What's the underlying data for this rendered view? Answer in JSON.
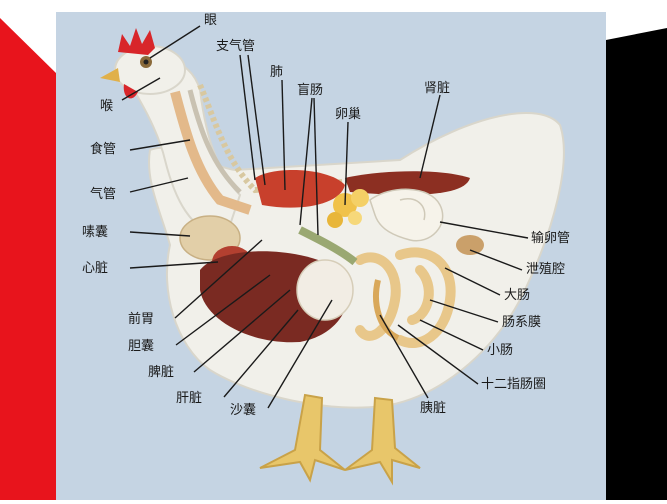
{
  "labels": {
    "eye": "眼",
    "bronchus": "支气管",
    "lung": "肺",
    "cecum": "盲肠",
    "ovary": "卵巢",
    "kidney": "肾脏",
    "throat": "喉",
    "esophagus": "食管",
    "trachea": "气管",
    "crop": "嗉囊",
    "heart": "心脏",
    "oviduct": "输卵管",
    "cloaca": "泄殖腔",
    "large_intestine": "大肠",
    "mesentery": "肠系膜",
    "small_intestine": "小肠",
    "duodenal_loop": "十二指肠圈",
    "proventriculus": "前胃",
    "gallbladder": "胆囊",
    "spleen": "脾脏",
    "liver": "肝脏",
    "gizzard": "沙囊",
    "pancreas": "胰脏"
  },
  "colors": {
    "panel": "#c5d4e3",
    "left_red": "#e8141c",
    "right_black": "#000000",
    "feather": "#f1f0ea",
    "comb": "#d8262a",
    "liver": "#7a2a22",
    "intestine": "#e8c78a",
    "lung": "#c8402c",
    "leg": "#e8c66a"
  }
}
